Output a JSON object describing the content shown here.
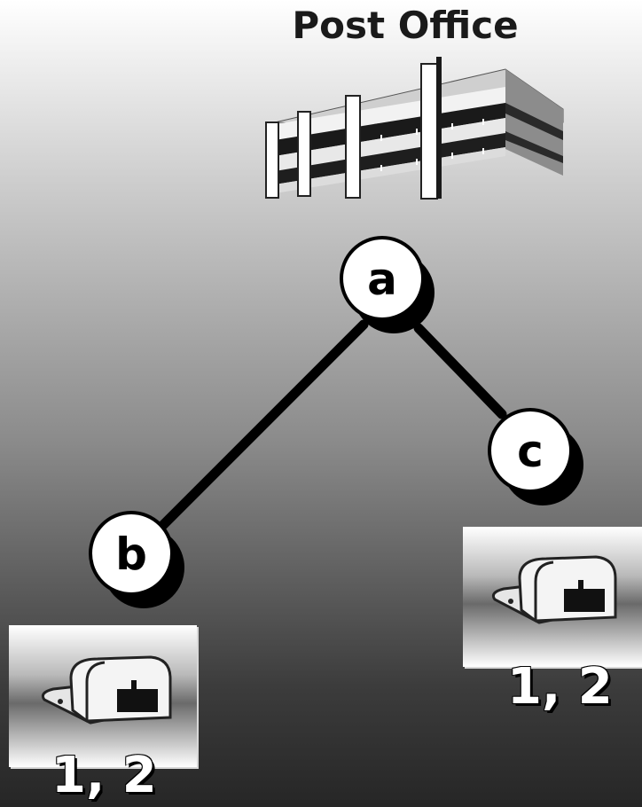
{
  "title": "Post Office",
  "building_icon": "post-office-building-icon",
  "mailbox_icon": "mailbox-icon",
  "nodes": {
    "a": {
      "label": "a"
    },
    "b": {
      "label": "b"
    },
    "c": {
      "label": "c"
    }
  },
  "edges": [
    {
      "from": "a",
      "to": "b"
    },
    {
      "from": "a",
      "to": "c"
    }
  ],
  "mailboxes": {
    "b": {
      "caption": "1, 2"
    },
    "c": {
      "caption": "1, 2"
    }
  }
}
